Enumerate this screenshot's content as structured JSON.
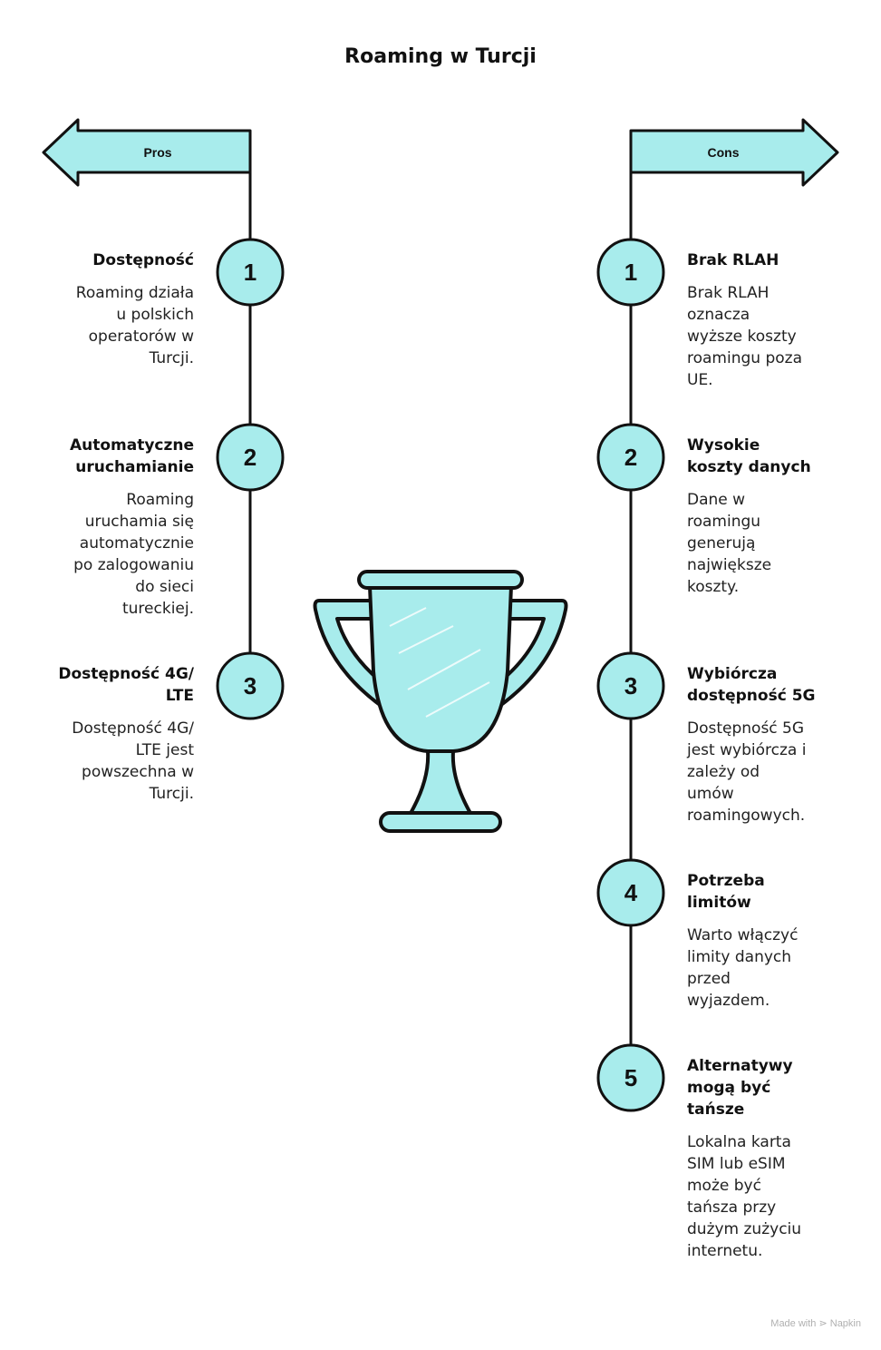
{
  "title": "Roaming w Turcji",
  "colors": {
    "accent": "#a8ecec",
    "stroke": "#111111"
  },
  "pros": {
    "label": "Pros",
    "items": [
      {
        "number": "1",
        "title": "Dostępność",
        "desc": "Roaming działa\nu polskich\noperatorów w\nTurcji."
      },
      {
        "number": "2",
        "title": "Automatyczne\nuruchamianie",
        "desc": "Roaming\nuruchamia się\nautomatycznie\npo zalogowaniu\ndo sieci\ntureckiej."
      },
      {
        "number": "3",
        "title": "Dostępność 4G/\nLTE",
        "desc": "Dostępność 4G/\nLTE jest\npowszechna w\nTurcji."
      }
    ]
  },
  "cons": {
    "label": "Cons",
    "items": [
      {
        "number": "1",
        "title": "Brak RLAH",
        "desc": "Brak RLAH\noznacza\nwyższe koszty\nroamingu poza\nUE."
      },
      {
        "number": "2",
        "title": "Wysokie\nkoszty danych",
        "desc": "Dane w\nroamingu\ngenerują\nnajwiększe\nkoszty."
      },
      {
        "number": "3",
        "title": "Wybiórcza\ndostępność 5G",
        "desc": "Dostępność 5G\njest wybiórcza i\nzależy od\numów\nroamingowych."
      },
      {
        "number": "4",
        "title": "Potrzeba\nlimitów",
        "desc": "Warto włączyć\nlimity danych\nprzed\nwyjazdem."
      },
      {
        "number": "5",
        "title": "Alternatywy\nmogą być\ntańsze",
        "desc": "Lokalna karta\nSIM lub eSIM\nmoże być\ntańsza przy\ndużym zużyciu\ninternetu."
      }
    ]
  },
  "trophy_icon": "trophy-icon",
  "footer": "Made with ⋗ Napkin"
}
